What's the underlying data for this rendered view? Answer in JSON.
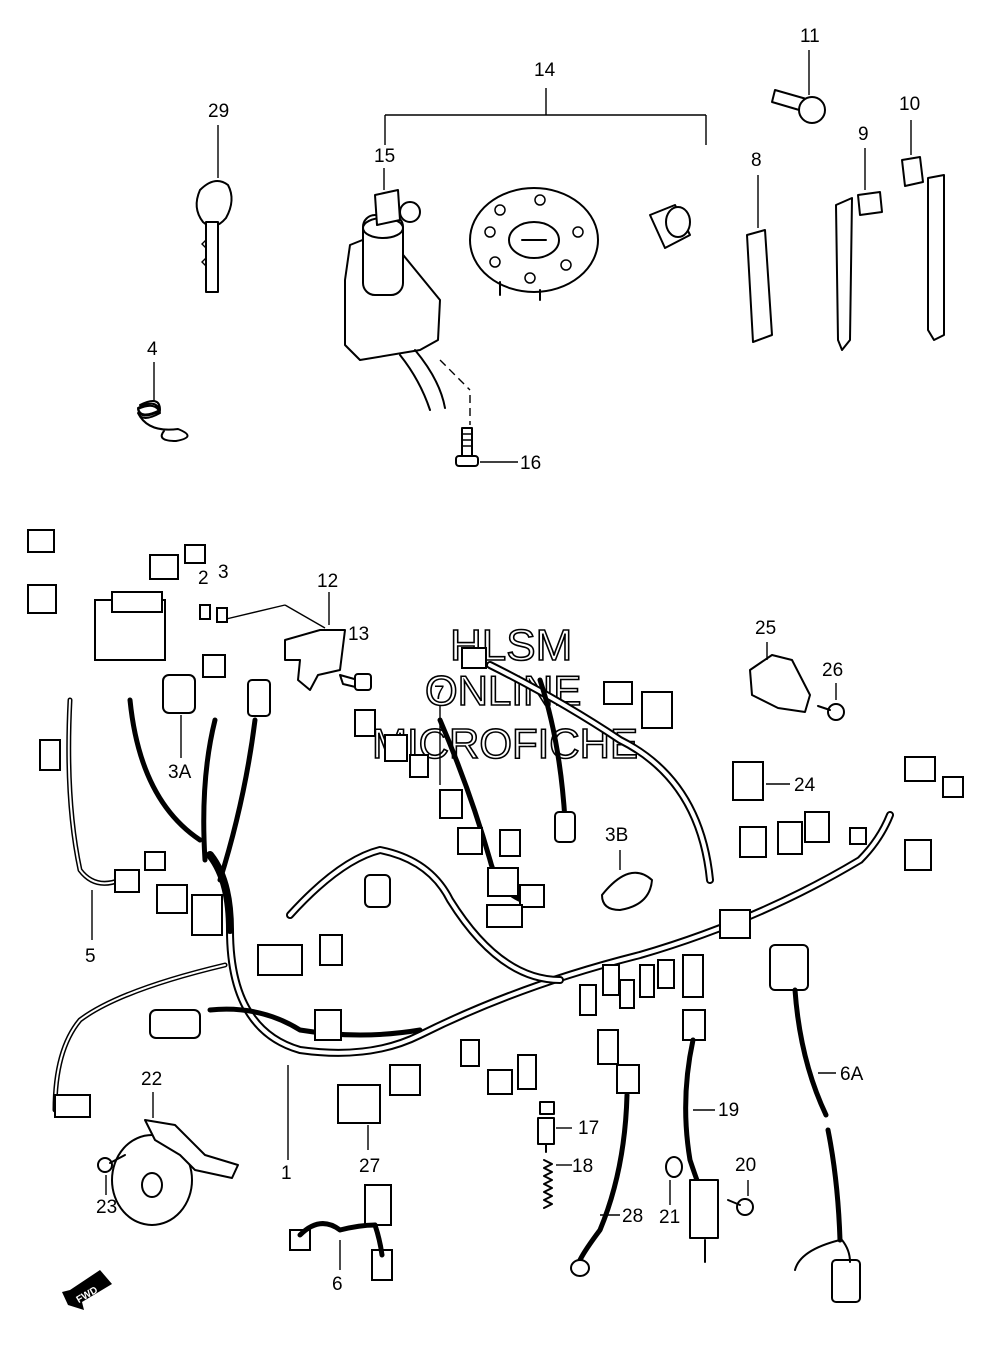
{
  "callouts": {
    "p1": "1",
    "p2": "2",
    "p3": "3",
    "p3a": "3A",
    "p3b": "3B",
    "p4": "4",
    "p5": "5",
    "p6": "6",
    "p6a": "6A",
    "p7": "7",
    "p8": "8",
    "p9": "9",
    "p10": "10",
    "p11": "11",
    "p12": "12",
    "p13": "13",
    "p14": "14",
    "p15": "15",
    "p16": "16",
    "p17": "17",
    "p18": "18",
    "p19": "19",
    "p20": "20",
    "p21": "21",
    "p22": "22",
    "p23": "23",
    "p24": "24",
    "p25": "25",
    "p26": "26",
    "p27": "27",
    "p28": "28",
    "p29": "29"
  },
  "watermark": {
    "line1": "HLSM",
    "line2": "ONLINE",
    "line3": "MICROFICHE"
  },
  "fwd_badge": "FWD"
}
